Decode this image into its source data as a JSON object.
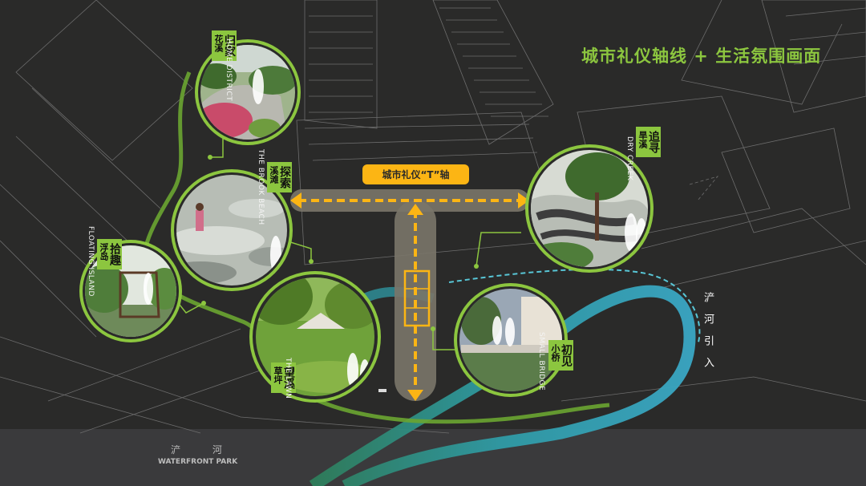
{
  "title": "城市礼仪轴线 + 生活氛围画面",
  "axis_label": "城市礼仪“T”轴",
  "river_label": "浐河引入",
  "park_label_cn": "浐 河",
  "park_label_en": "WATERFRONT PARK",
  "colors": {
    "background": "#2a2a29",
    "accent_green": "#8cc63f",
    "axis_orange": "#fcb514",
    "river_teal": "#2f9ba6"
  },
  "vignettes": [
    {
      "id": "home",
      "label_cn": "归家",
      "label_sub": "花溪",
      "label_en": "HOME DISTRICT"
    },
    {
      "id": "brook",
      "label_cn": "探索",
      "label_sub": "溪滩",
      "label_en": "THE BROOK BEACH"
    },
    {
      "id": "island",
      "label_cn": "拾趣",
      "label_sub": "浮岛",
      "label_en": "FLOATING ISLAND"
    },
    {
      "id": "lawn",
      "label_cn": "望溪",
      "label_sub": "草坪",
      "label_en": "THE LAWN"
    },
    {
      "id": "bridge",
      "label_cn": "初见",
      "label_sub": "小桥",
      "label_en": "SMALL BRIDGE"
    },
    {
      "id": "creek",
      "label_cn": "追寻",
      "label_sub": "旱溪",
      "label_en": "DRY CREEK"
    }
  ]
}
